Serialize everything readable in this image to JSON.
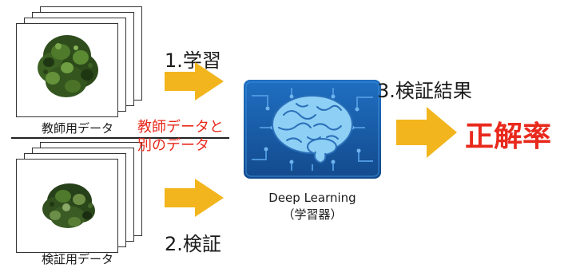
{
  "training": {
    "caption": "教師用データ",
    "step_label": "1.学習"
  },
  "validation": {
    "caption": "検証用データ",
    "step_label": "2.検証"
  },
  "note": {
    "line1": "教師データと",
    "line2": "別のデータ"
  },
  "model": {
    "name": "Deep Learning",
    "sub": "（学習器）"
  },
  "output": {
    "step_label": "3.検証結果",
    "result_label": "正解率"
  },
  "colors": {
    "arrow": "#f2b51d",
    "accent_red": "#e8291c",
    "panel_blue": "#1b5fae",
    "brain_blue": "#8ecff5"
  }
}
